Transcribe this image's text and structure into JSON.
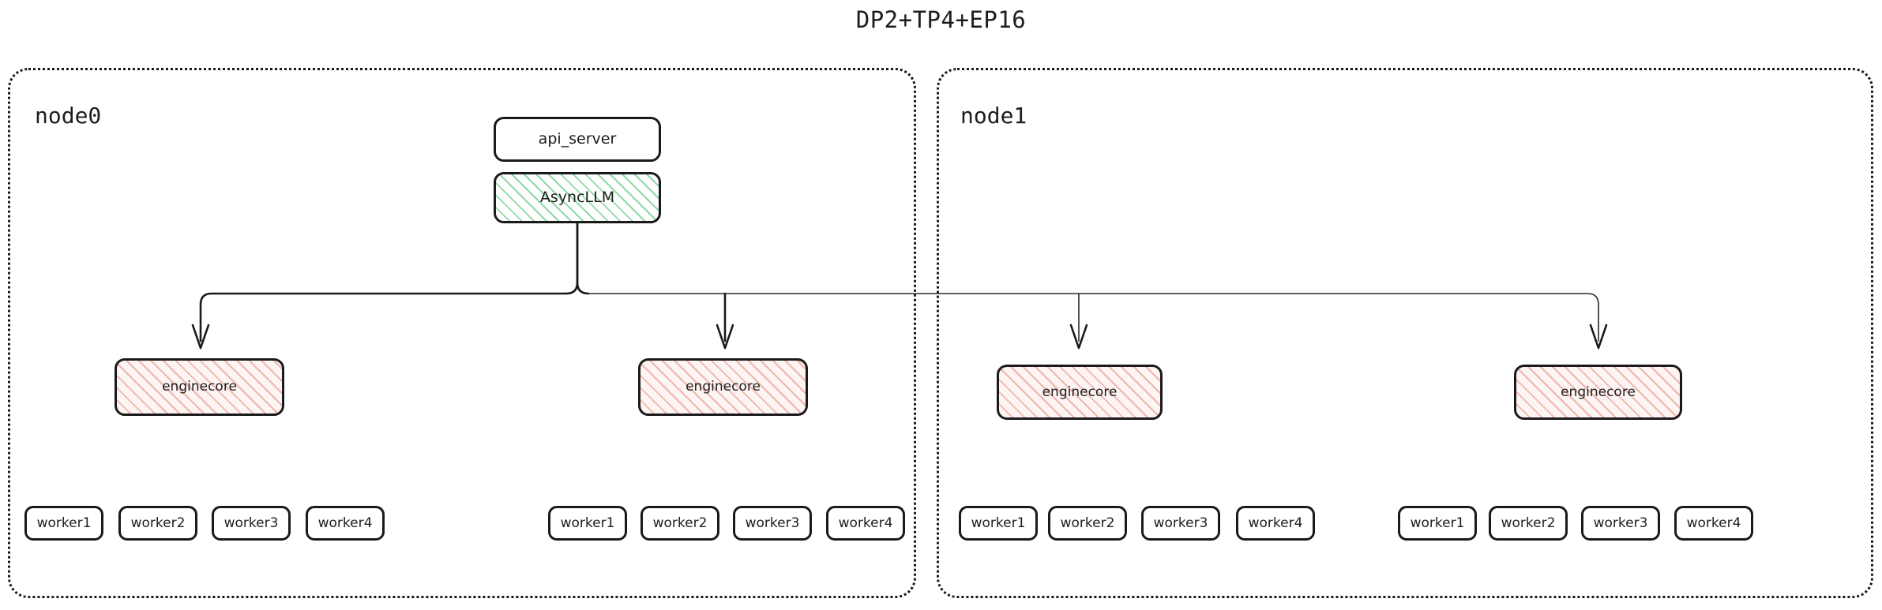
{
  "title": "DP2+TP4+EP16",
  "colors": {
    "stroke": "#1a1a1a",
    "text": "#1d1d1d",
    "hatch_green": "#8fd9a8",
    "hatch_pink": "#f0b5ad",
    "background": "#ffffff"
  },
  "nodes": [
    {
      "id": "node0",
      "label": "node0",
      "services": {
        "api_server": "api_server",
        "async_llm": "AsyncLLM"
      },
      "enginecores": [
        {
          "label": "enginecore"
        },
        {
          "label": "enginecore"
        }
      ],
      "worker_groups": [
        {
          "workers": [
            "worker1",
            "worker2",
            "worker3",
            "worker4"
          ]
        },
        {
          "workers": [
            "worker1",
            "worker2",
            "worker3",
            "worker4"
          ]
        }
      ]
    },
    {
      "id": "node1",
      "label": "node1",
      "enginecores": [
        {
          "label": "enginecore"
        },
        {
          "label": "enginecore"
        }
      ],
      "worker_groups": [
        {
          "workers": [
            "worker1",
            "worker2",
            "worker3",
            "worker4"
          ]
        },
        {
          "workers": [
            "worker1",
            "worker2",
            "worker3",
            "worker4"
          ]
        }
      ]
    }
  ]
}
